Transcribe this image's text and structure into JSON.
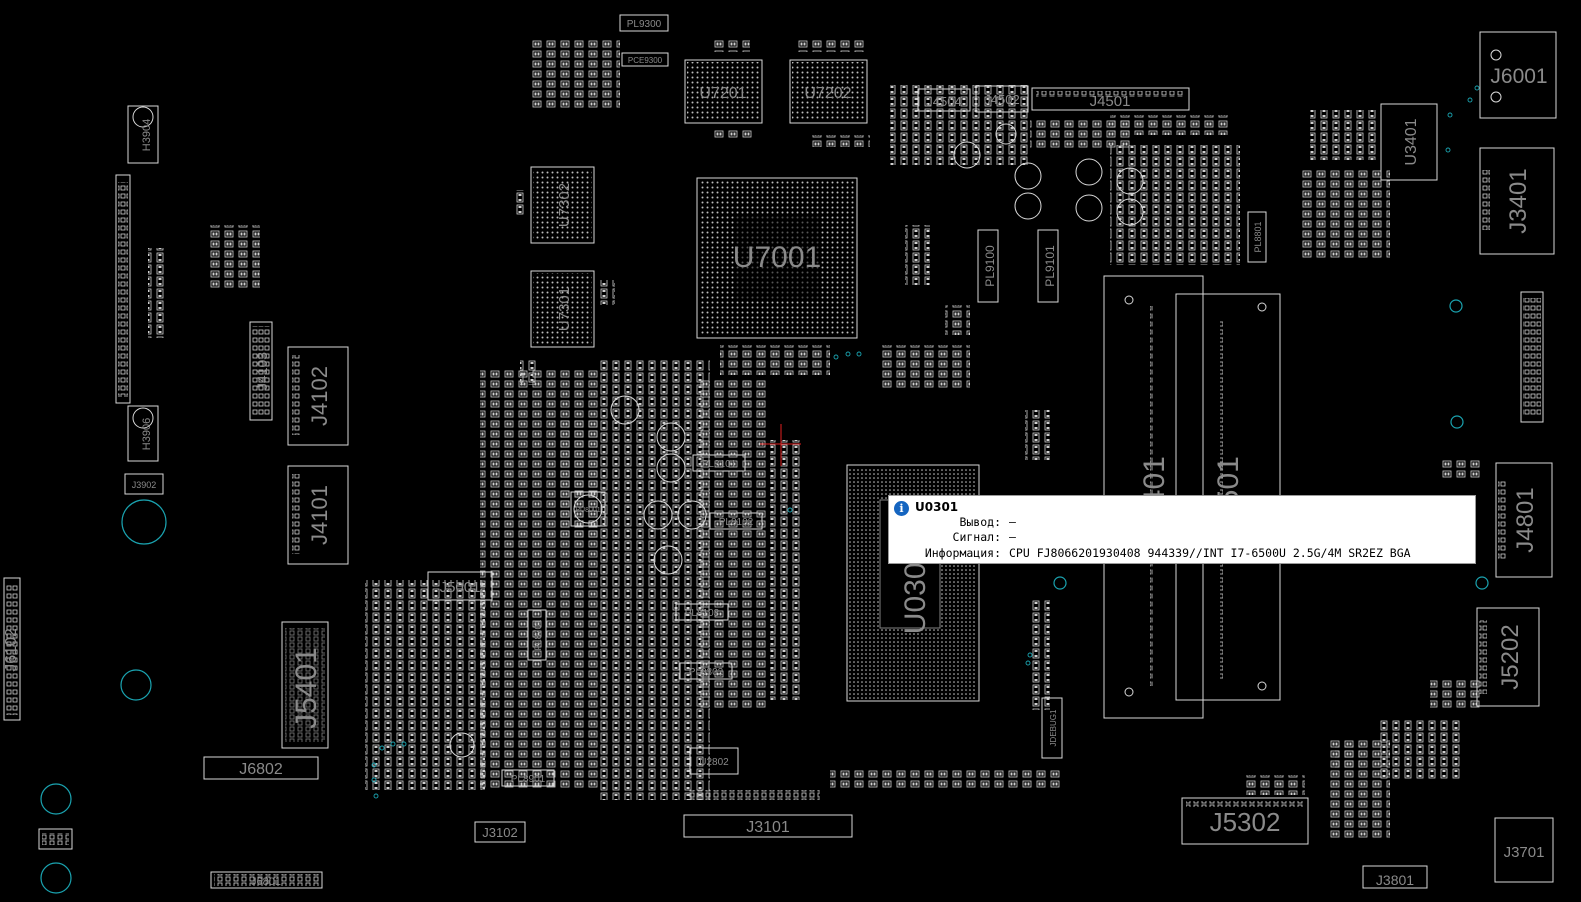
{
  "components": {
    "pl9300": "PL9300",
    "pce9300": "PCE9300",
    "u7201": "U7201",
    "u7202": "U7202",
    "u7302": "U7302",
    "u7301": "U7301",
    "u7001": "U7001",
    "u0301": "U0301",
    "h3904": "H3904",
    "h3906": "H3906",
    "j3902": "J3902",
    "j4103": "J4103",
    "j4102": "J4102",
    "j4101": "J4101",
    "j5001": "J5001",
    "j5401": "J5401",
    "j6802": "J6802",
    "j6102": "J6102",
    "j3102": "J3102",
    "j3101": "J3101",
    "j6001": "J6001",
    "j3401": "J3401",
    "u3401": "U3401",
    "j4504": "J4504",
    "j4502": "J4502",
    "j4501": "J4501",
    "pl9100": "PL9100",
    "pl9101": "PL9101",
    "pl8801": "PL8801",
    "j4801": "J4801",
    "j5202": "J5202",
    "j5302": "J5302",
    "j3701": "J3701",
    "j3801": "J3801",
    "j6801": "J6801",
    "u2802": "U2802",
    "pu8001": "PU8001",
    "pl8101": "PL8101",
    "pl8102": "PL8102",
    "pl8103": "PL8103",
    "pl8302": "PL8302",
    "pl8701": "PL8701",
    "pl8901": "PL8901",
    "jdebug1": "JDEBUG1",
    "dimm_a": "J0401",
    "dimm_b": "J0501"
  },
  "tooltip": {
    "title": "U0301",
    "rows": [
      {
        "key": "Вывод:",
        "value": "—"
      },
      {
        "key": "Сигнал:",
        "value": "—"
      },
      {
        "key": "Информация:",
        "value": "CPU FJ8066201930408 944339//INT I7-6500U 2.5G/4M SR2EZ BGA"
      }
    ]
  },
  "colors": {
    "background": "#000000",
    "outline": "#d8d8d8",
    "label": "#8a8a8a",
    "via": "#1aa3b0",
    "marker": "#e02020",
    "info_icon": "#1565c0"
  }
}
